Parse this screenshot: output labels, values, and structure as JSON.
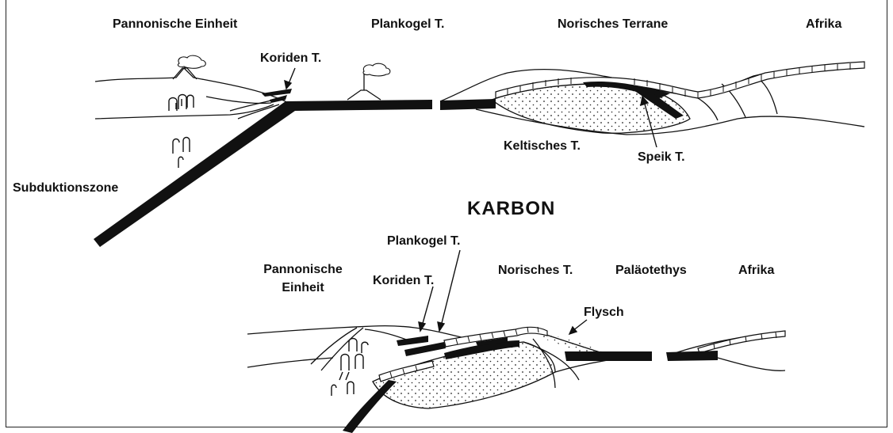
{
  "top": {
    "pannonische": "Pannonische Einheit",
    "plankogel": "Plankogel T.",
    "norisches": "Norisches Terrane",
    "afrika": "Afrika",
    "koriden": "Koriden T.",
    "keltisches": "Keltisches T.",
    "speik": "Speik T.",
    "subduktion": "Subduktionszone"
  },
  "title": "KARBON",
  "bottom": {
    "plankogel": "Plankogel  T.",
    "pannonische_1": "Pannonische",
    "pannonische_2": "Einheit",
    "koriden": "Koriden T.",
    "norisches": "Norisches T.",
    "palaeotethys": "Paläotethys",
    "afrika": "Afrika",
    "flysch": "Flysch"
  }
}
